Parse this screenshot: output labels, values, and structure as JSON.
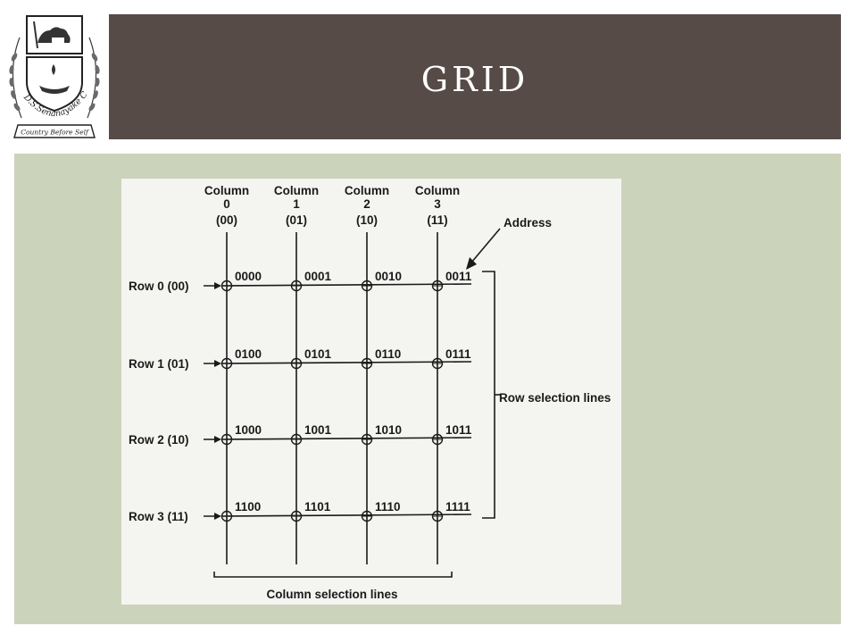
{
  "slide": {
    "title": "GRID",
    "colors": {
      "title_bar": "#564b47",
      "title_text": "#ffffff",
      "content_panel": "#ccd3bb",
      "diagram_bg": "#f4f4f1",
      "ink": "#1a1a1a"
    }
  },
  "logo": {
    "icon": "college-crest-icon",
    "arc_text": "D.S.Senanayake College",
    "motto": "Country Before Self"
  },
  "diagram": {
    "columns": [
      {
        "label": "Column",
        "index": "0",
        "code": "(00)"
      },
      {
        "label": "Column",
        "index": "1",
        "code": "(01)"
      },
      {
        "label": "Column",
        "index": "2",
        "code": "(10)"
      },
      {
        "label": "Column",
        "index": "3",
        "code": "(11)"
      }
    ],
    "rows": [
      {
        "label": "Row 0 (00)"
      },
      {
        "label": "Row 1 (01)"
      },
      {
        "label": "Row 2 (10)"
      },
      {
        "label": "Row 3 (11)"
      }
    ],
    "addresses": [
      [
        "0000",
        "0001",
        "0010",
        "0011"
      ],
      [
        "0100",
        "0101",
        "0110",
        "0111"
      ],
      [
        "1000",
        "1001",
        "1010",
        "1011"
      ],
      [
        "1100",
        "1101",
        "1110",
        "1111"
      ]
    ],
    "address_label": "Address",
    "row_selection_label": "Row selection lines",
    "column_selection_label": "Column selection lines"
  }
}
